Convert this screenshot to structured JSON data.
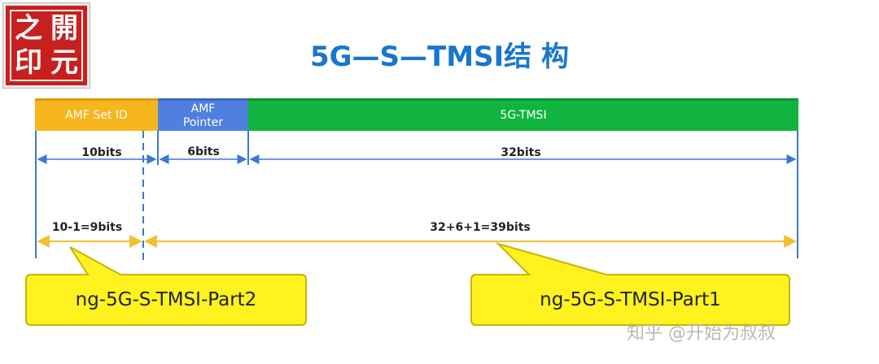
{
  "logo": {
    "chars": [
      "之",
      "開",
      "印",
      "元"
    ],
    "color": "#c8201e"
  },
  "title": "5G—S—TMSI结 构",
  "fields": [
    {
      "label": "AMF Set ID",
      "bits": "10bits",
      "color": "#f7b51e"
    },
    {
      "label": "AMF\nPointer",
      "bits": "6bits",
      "color": "#4f80de"
    },
    {
      "label": "5G-TMSI",
      "bits": "32bits",
      "color": "#11b43f"
    }
  ],
  "parts": [
    {
      "bits": "10-1=9bits",
      "name": "ng-5G-S-TMSI-Part2"
    },
    {
      "bits": "32+6+1=39bits",
      "name": "ng-5G-S-TMSI-Part1"
    }
  ],
  "colors": {
    "dimension_line": "#3a78d6",
    "part_line": "#f3bf33",
    "callout_fill": "#fff21e",
    "callout_border": "#c9b400"
  },
  "watermark": "知乎 @开始为叔叔"
}
